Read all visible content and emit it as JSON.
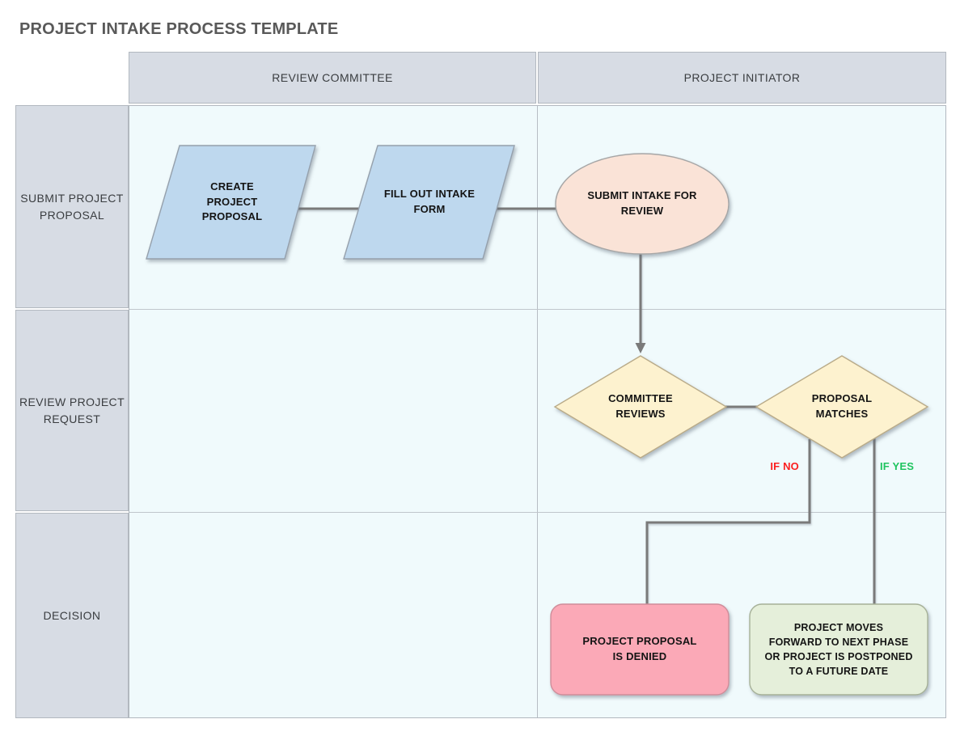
{
  "title": "PROJECT INTAKE PROCESS TEMPLATE",
  "lanes": {
    "columns": [
      {
        "label": "REVIEW COMMITTEE"
      },
      {
        "label": "PROJECT INITIATOR"
      }
    ],
    "rows": [
      {
        "label": "SUBMIT PROJECT\nPROPOSAL"
      },
      {
        "label": "REVIEW PROJECT\nREQUEST"
      },
      {
        "label": "DECISION"
      }
    ]
  },
  "nodes": [
    {
      "id": "create-project-proposal",
      "shape": "parallelogram",
      "label": "CREATE\nPROJECT\nPROPOSAL",
      "fill": "#bed8ee"
    },
    {
      "id": "fill-out-intake-form",
      "shape": "parallelogram",
      "label": "FILL OUT INTAKE\nFORM",
      "fill": "#bed8ee"
    },
    {
      "id": "submit-intake-for-review",
      "shape": "ellipse",
      "label": "SUBMIT INTAKE FOR\nREVIEW",
      "fill": "#fae3d7"
    },
    {
      "id": "committee-reviews",
      "shape": "diamond",
      "label": "COMMITTEE\nREVIEWS",
      "fill": "#fdf2cf"
    },
    {
      "id": "proposal-matches",
      "shape": "diamond",
      "label": "PROPOSAL\nMATCHES",
      "fill": "#fdf2cf"
    },
    {
      "id": "project-proposal-denied",
      "shape": "rounded-rect",
      "label": "PROJECT PROPOSAL\nIS DENIED",
      "fill": "#fba9b7"
    },
    {
      "id": "project-moves-forward",
      "shape": "rounded-rect",
      "label": "PROJECT MOVES\nFORWARD TO NEXT PHASE\nOR PROJECT IS POSTPONED\nTO A FUTURE DATE",
      "fill": "#e5efda"
    }
  ],
  "edge_labels": [
    {
      "id": "if-no",
      "label": "IF NO",
      "color": "#fb2020"
    },
    {
      "id": "if-yes",
      "label": "IF YES",
      "color": "#1fc45f"
    }
  ],
  "palette": {
    "header_bg": "#d7dce4",
    "lane_bg": "#f0fafc",
    "connector": "#7a7a7a",
    "title_color": "#595959"
  }
}
